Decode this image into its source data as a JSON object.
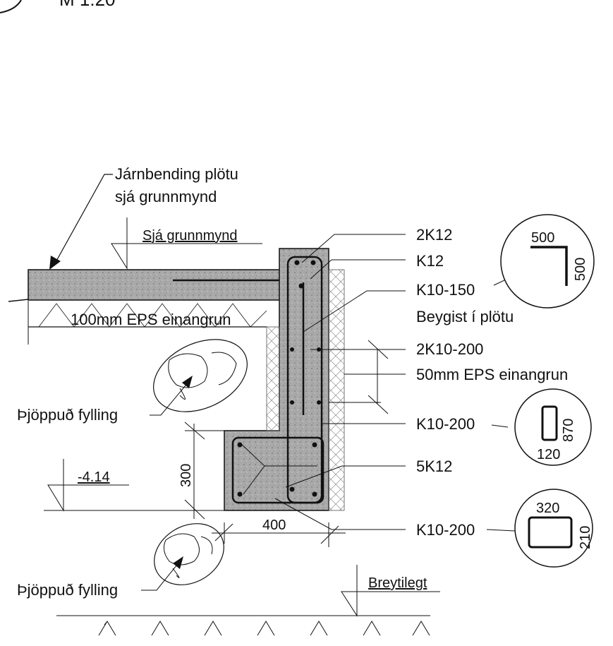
{
  "scale_text": "M 1:20",
  "labels": {
    "slab_reinf_line1": "Járnbending plötu",
    "slab_reinf_line2": "sjá grunnmynd",
    "level_top": "Sjá grunnmynd",
    "eps_slab": "100mm EPS einangrun",
    "fill_upper": "Þjöppuð fylling",
    "fill_lower": "Þjöppuð fylling",
    "level_floor": "-4.14",
    "level_bottom": "Breytilegt"
  },
  "dimensions": {
    "footing_height": "300",
    "footing_width": "400"
  },
  "rebar_callouts": [
    {
      "id": "2k12",
      "text": "2K12"
    },
    {
      "id": "k12",
      "text": "K12"
    },
    {
      "id": "k10-150",
      "text": "K10-150"
    },
    {
      "id": "k10-150-note",
      "text": "Beygist í plötu"
    },
    {
      "id": "2k10-200",
      "text": "2K10-200"
    },
    {
      "id": "eps-wall",
      "text": "50mm EPS einangrun"
    },
    {
      "id": "k10-200-stirrup",
      "text": "K10-200"
    },
    {
      "id": "5k12",
      "text": "5K12"
    },
    {
      "id": "k10-200-footing",
      "text": "K10-200"
    }
  ],
  "bar_shapes": {
    "L_bar": {
      "a": "500",
      "b": "500"
    },
    "wall_stirrup": {
      "a": "870",
      "b": "120"
    },
    "footing_stirrup": {
      "a": "320",
      "b": "210"
    }
  }
}
